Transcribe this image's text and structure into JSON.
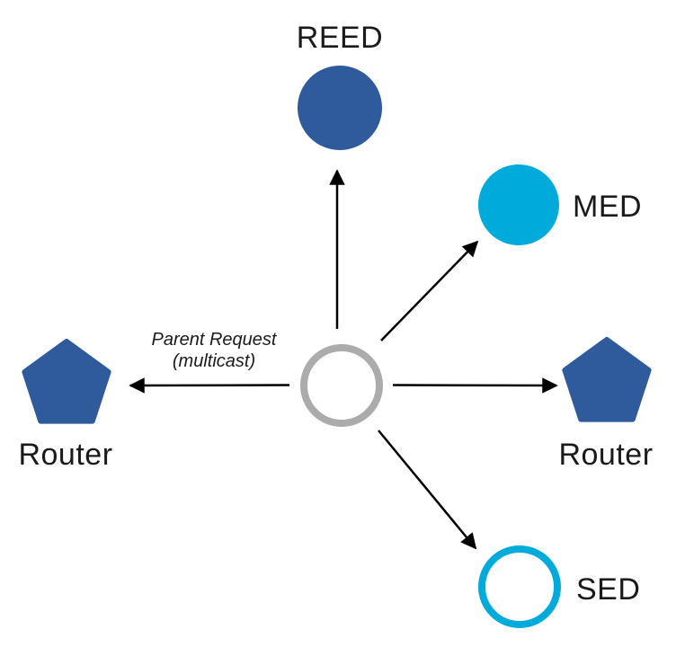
{
  "colors": {
    "node_blue": "#2F5B9D",
    "node_cyan": "#00ABDC",
    "center_gray": "#ABABAB",
    "arrow": "#000000",
    "text": "#1A1A1A"
  },
  "nodes": {
    "reed": {
      "label": "REED",
      "shape": "filled-circle"
    },
    "med": {
      "label": "MED",
      "shape": "filled-circle"
    },
    "sed": {
      "label": "SED",
      "shape": "outlined-circle"
    },
    "router_left": {
      "label": "Router",
      "shape": "pentagon"
    },
    "router_right": {
      "label": "Router",
      "shape": "pentagon"
    },
    "center": {
      "shape": "outlined-circle"
    }
  },
  "annotation": {
    "line1": "Parent Request",
    "line2": "(multicast)"
  }
}
